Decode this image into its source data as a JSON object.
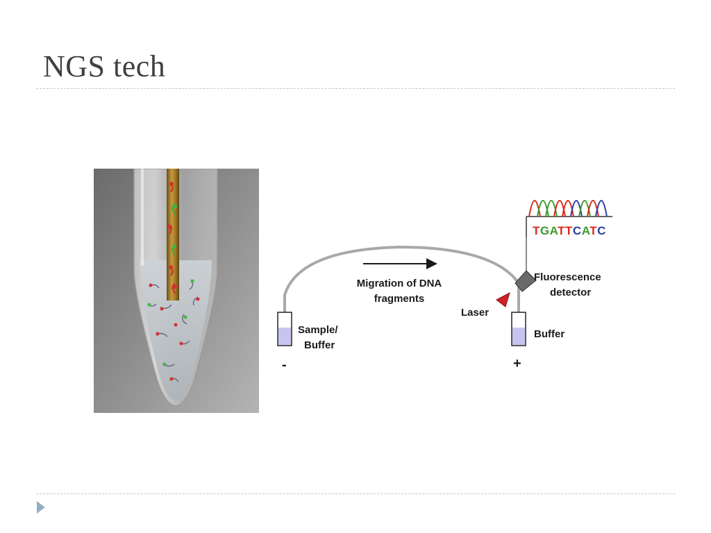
{
  "slide": {
    "title": "NGS tech"
  },
  "diagram": {
    "migration_label_line1": "Migration of DNA",
    "migration_label_line2": "fragments",
    "sample_label_line1": "Sample/",
    "sample_label_line2": "Buffer",
    "buffer_label": "Buffer",
    "laser_label": "Laser",
    "detector_label_line1": "Fluorescence",
    "detector_label_line2": "detector",
    "negative_terminal": "-",
    "positive_terminal": "+",
    "sequence": [
      {
        "base": "T",
        "color": "#d62a1e"
      },
      {
        "base": "G",
        "color": "#3a9c2b"
      },
      {
        "base": "A",
        "color": "#3a9c2b"
      },
      {
        "base": "T",
        "color": "#d62a1e"
      },
      {
        "base": "T",
        "color": "#d62a1e"
      },
      {
        "base": "C",
        "color": "#2c3c9e"
      },
      {
        "base": "A",
        "color": "#3a9c2b"
      },
      {
        "base": "T",
        "color": "#d62a1e"
      },
      {
        "base": "C",
        "color": "#2c3c9e"
      }
    ]
  },
  "colors": {
    "title": "#404040",
    "rule": "#b9cbd6",
    "bullet": "#8fb0c8",
    "buffer_liquid": "#c8c4f0",
    "laser": "#d0202a",
    "detector": "#6a6a6a"
  }
}
